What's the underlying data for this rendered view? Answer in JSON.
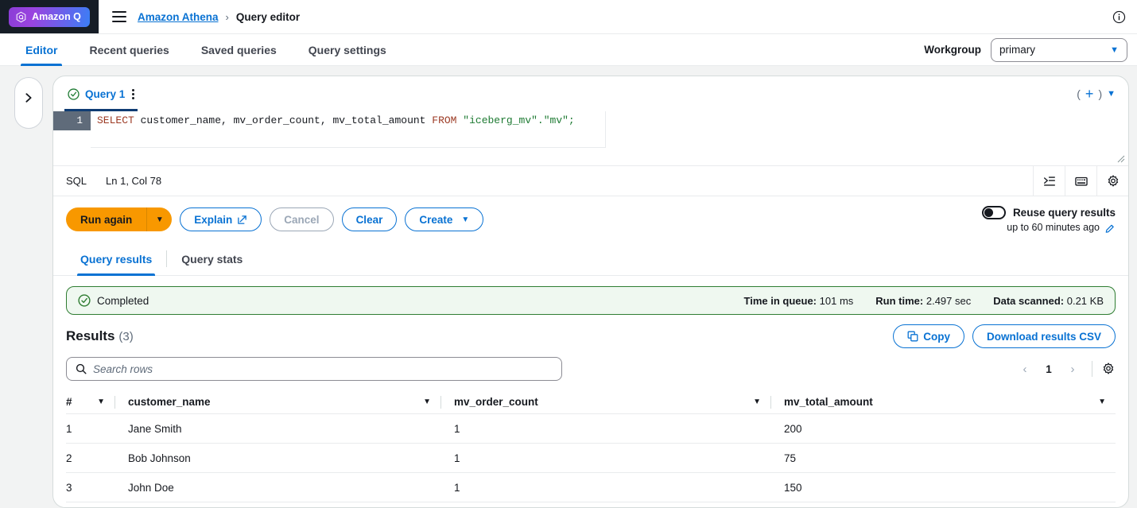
{
  "topbar": {
    "q_badge": "Amazon Q",
    "q_icon": "amazon-q-hexagon-icon",
    "menu_icon": "hamburger-menu-icon",
    "breadcrumb_root": "Amazon Athena",
    "breadcrumb_sep": "›",
    "breadcrumb_current": "Query editor",
    "info_icon": "info-circle-icon"
  },
  "tabbar": {
    "tabs": [
      {
        "label": "Editor",
        "active": true
      },
      {
        "label": "Recent queries",
        "active": false
      },
      {
        "label": "Saved queries",
        "active": false
      },
      {
        "label": "Query settings",
        "active": false
      }
    ],
    "workgroup_label": "Workgroup",
    "workgroup_value": "primary",
    "workgroup_caret_icon": "chevron-down-icon"
  },
  "sidebar": {
    "expand_icon": "chevron-right-icon"
  },
  "query_tab": {
    "status_icon": "check-circle-icon",
    "label": "Query 1",
    "kebab_icon": "vertical-dots-icon",
    "open_paren": "(",
    "plus_icon": "+",
    "close_paren": ")",
    "caret_icon": "caret-down-icon"
  },
  "editor": {
    "line_number": "1",
    "sql_parts": {
      "kw_select": "SELECT",
      "cols": " customer_name, mv_order_count, mv_total_amount ",
      "kw_from": "FROM",
      "table": " \"iceberg_mv\".\"mv\";"
    },
    "sql_full": "SELECT customer_name, mv_order_count, mv_total_amount FROM \"iceberg_mv\".\"mv\";",
    "language": "SQL",
    "cursor": "Ln 1, Col 78",
    "icons": [
      "format-indent-icon",
      "keyboard-icon",
      "gear-icon"
    ]
  },
  "actions": {
    "run_label": "Run again",
    "run_caret_icon": "caret-down-icon",
    "explain_label": "Explain",
    "explain_ext_icon": "external-link-icon",
    "cancel_label": "Cancel",
    "clear_label": "Clear",
    "create_label": "Create",
    "create_caret_icon": "caret-down-icon",
    "reuse_label": "Reuse query results",
    "reuse_toggle_state": "off",
    "reuse_sub": "up to 60 minutes ago",
    "reuse_edit_icon": "pencil-icon"
  },
  "result_tabs": [
    {
      "label": "Query results",
      "active": true
    },
    {
      "label": "Query stats",
      "active": false
    }
  ],
  "status_banner": {
    "icon": "check-circle-icon",
    "text": "Completed",
    "border_color": "#2f7d32",
    "background_color": "#eff8f0",
    "metrics": [
      {
        "label": "Time in queue:",
        "value": "101 ms"
      },
      {
        "label": "Run time:",
        "value": "2.497 sec"
      },
      {
        "label": "Data scanned:",
        "value": "0.21 KB"
      }
    ]
  },
  "results": {
    "title": "Results",
    "count": "(3)",
    "copy_label": "Copy",
    "copy_icon": "copy-icon",
    "download_label": "Download results CSV",
    "search_placeholder": "Search rows",
    "search_value": "",
    "search_icon": "search-icon",
    "pager": {
      "prev_icon": "chevron-left-icon",
      "page": "1",
      "next_icon": "chevron-right-icon",
      "settings_icon": "gear-icon"
    },
    "columns": [
      "#",
      "customer_name",
      "mv_order_count",
      "mv_total_amount"
    ],
    "sort_icon": "filter-triangle-icon",
    "rows": [
      {
        "idx": "1",
        "customer_name": "Jane Smith",
        "mv_order_count": "1",
        "mv_total_amount": "200"
      },
      {
        "idx": "2",
        "customer_name": "Bob Johnson",
        "mv_order_count": "1",
        "mv_total_amount": "75"
      },
      {
        "idx": "3",
        "customer_name": "John Doe",
        "mv_order_count": "1",
        "mv_total_amount": "150"
      }
    ]
  },
  "colors": {
    "aws_blue": "#0972d3",
    "aws_orange": "#f89800",
    "success_green": "#2f7d32",
    "dark_nav": "#161d26"
  }
}
